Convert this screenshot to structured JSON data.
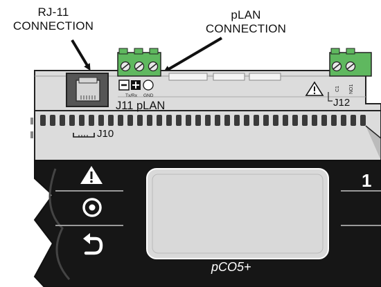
{
  "callouts": {
    "rj11": {
      "line1": "RJ-11",
      "line2": "CONNECTION"
    },
    "plan": {
      "line1": "pLAN",
      "line2": "CONNECTION"
    }
  },
  "device": {
    "j11_label": "J11 pLAN",
    "j10_label": "J10",
    "j12_label": "J12",
    "terminal_labels": {
      "txrx": "Tx/Rx",
      "gnd": "GND"
    },
    "relay_labels": {
      "c1": "C1",
      "no1": "NO1"
    },
    "brand": "pCO5+",
    "keypad_icons": [
      "alarm-triangle-icon",
      "prg-circle-icon",
      "escape-arrow-icon"
    ],
    "right_key_glyph": "1"
  },
  "colors": {
    "ink": "#111111",
    "body_gray": "#d9d9d9",
    "panel_black": "#161616",
    "screen_gray": "#dadada",
    "terminal_green": "#4caf50",
    "rj_port": "#555555"
  }
}
